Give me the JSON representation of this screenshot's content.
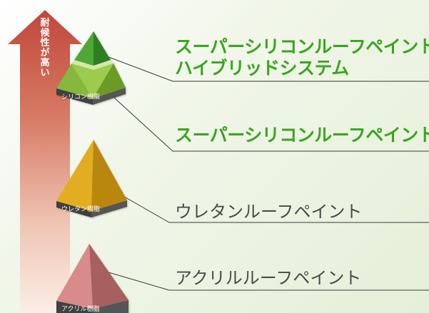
{
  "arrow": {
    "label_chars": [
      "耐",
      "候",
      "性",
      "が",
      "高",
      "い"
    ]
  },
  "pyramids": {
    "silicon_base": "シリコン樹脂",
    "urethane_base": "ウレタン樹脂",
    "acrylic_base": "アクリル樹脂"
  },
  "labels": {
    "hybrid_line1": "スーパーシリコンルーフペイント",
    "hybrid_line2": "ハイブリッドシステム",
    "silicon": "スーパーシリコンルーフペイント",
    "urethane": "ウレタンルーフペイント",
    "acrylic": "アクリルルーフペイント"
  },
  "colors": {
    "arrow_top": "#c0473b",
    "arrow_bottom": "#fbeee6",
    "hybrid_cap": "#3f9a2c",
    "silicon": "#86b83c",
    "urethane": "#d9a017",
    "acrylic": "#cf7d7d",
    "base": "#4a4a4a",
    "highlight_text": "#3aa520",
    "normal_text": "#4a4a4a"
  }
}
